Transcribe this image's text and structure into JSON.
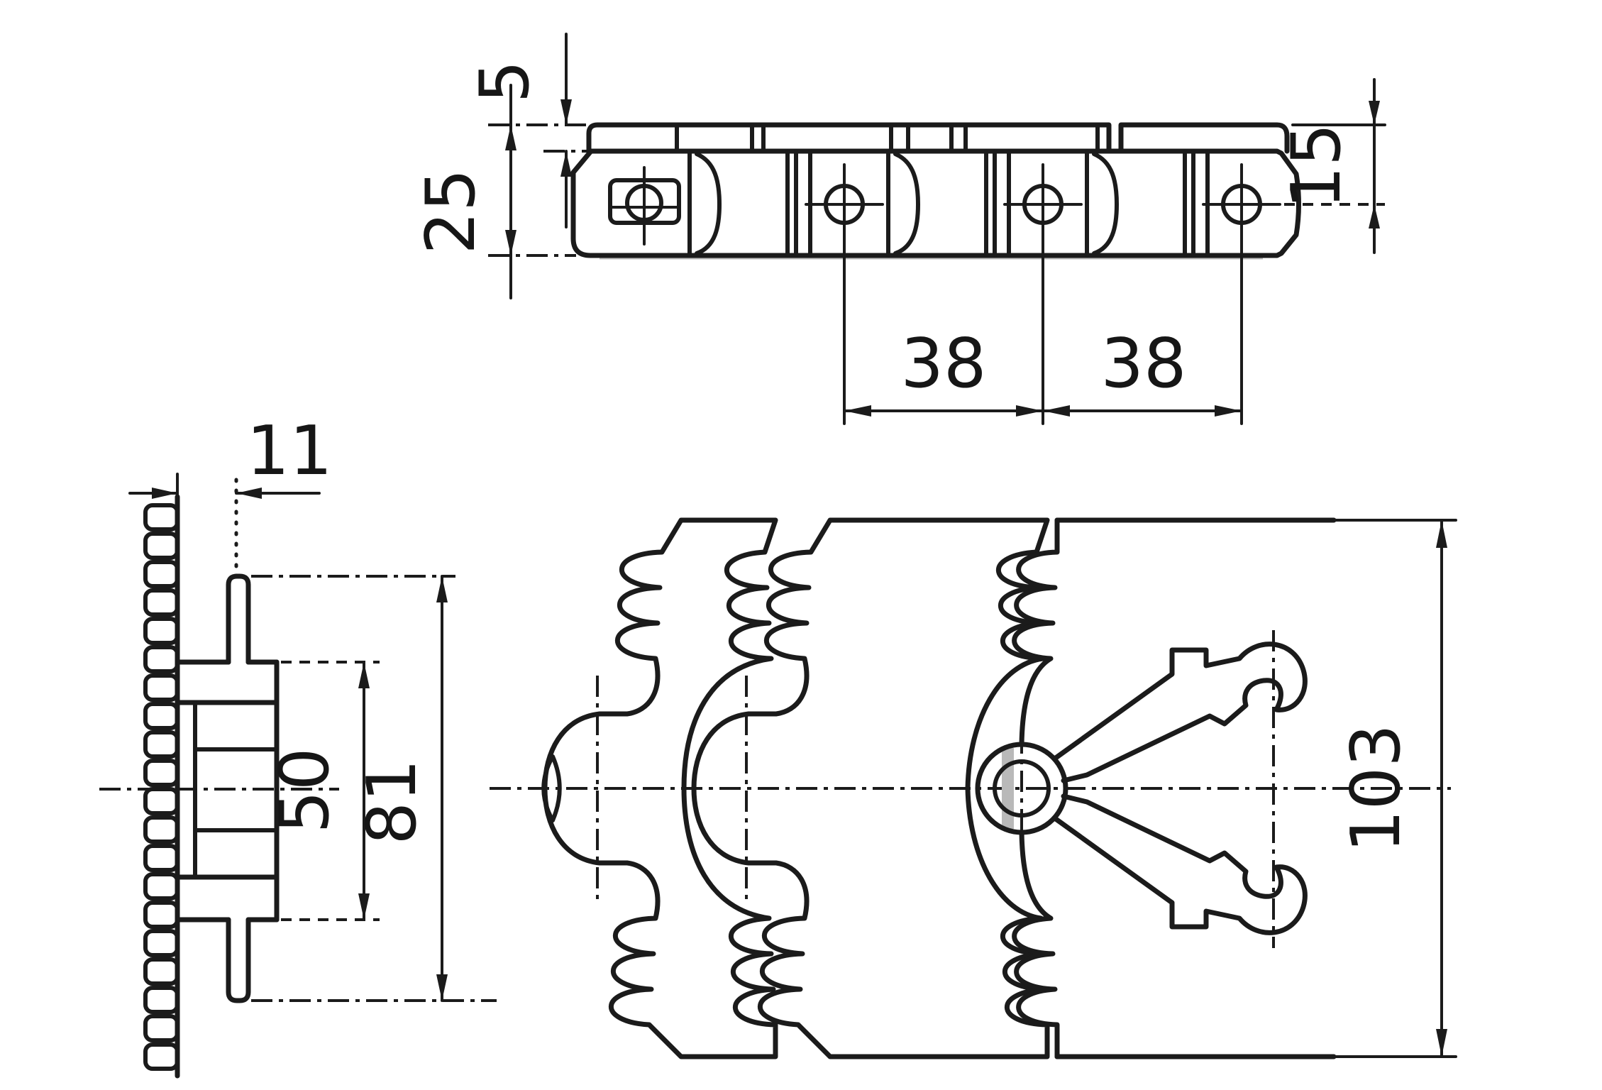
{
  "drawing": {
    "type": "engineering-drawing-conveyor-chain",
    "background_color": "#ffffff",
    "line_color": "#1b1b1b",
    "views": {
      "top_view": "chain side elevation with 4 pins",
      "side_view": "chain end cross-section with toothed plate stack",
      "plan_view": "chain plan with wavy interlocking plates and clevis fork"
    },
    "dims": {
      "d5": "5",
      "d25": "25",
      "d15": "15",
      "d38a": "38",
      "d38b": "38",
      "d11": "11",
      "d50": "50",
      "d81": "81",
      "d103": "103"
    }
  }
}
